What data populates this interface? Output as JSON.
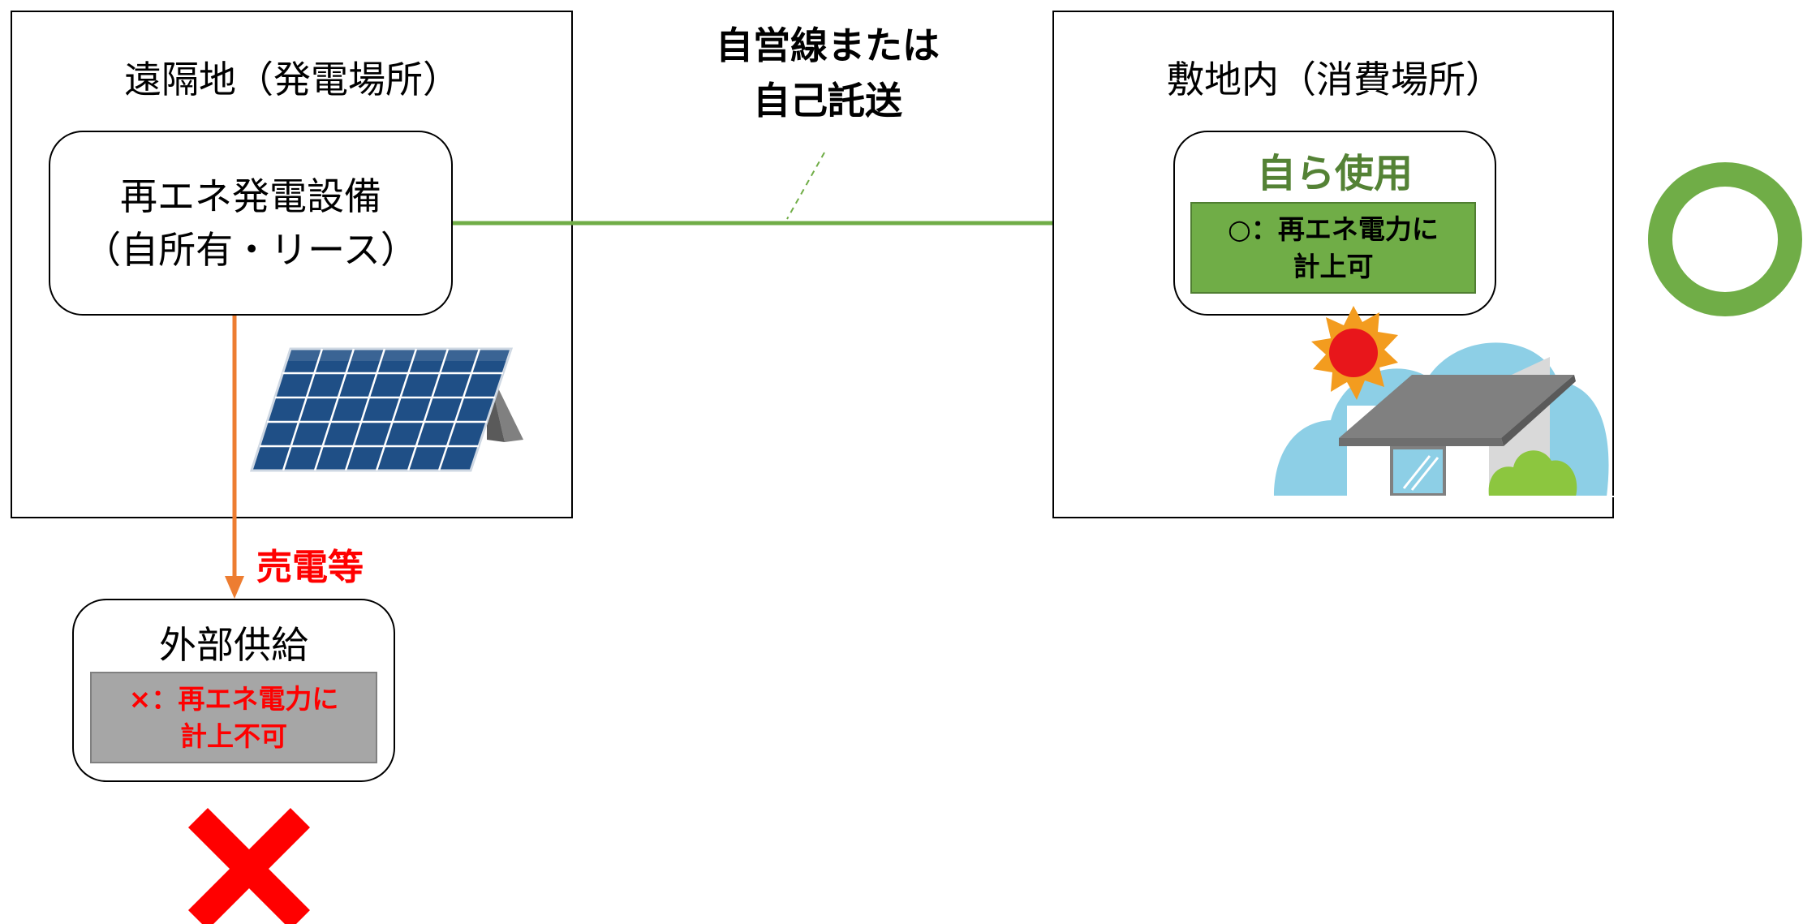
{
  "remote": {
    "title": "遠隔地（発電場所）",
    "equipment_line1": "再エネ発電設備",
    "equipment_line2": "（自所有・リース）"
  },
  "connection": {
    "line1": "自営線または",
    "line2": "自己託送"
  },
  "onsite": {
    "title": "敷地内（消費場所）",
    "usage_title": "自ら使用",
    "usage_note_line1": "○：再エネ電力に",
    "usage_note_line2": "計上可"
  },
  "external": {
    "sale_label": "売電等",
    "title": "外部供給",
    "note_line1": "×：再エネ電力に",
    "note_line2": "計上不可"
  },
  "colors": {
    "green": "#70ad47",
    "green_text": "#548235",
    "orange": "#ed7d31",
    "red": "#ff0000",
    "gray_box": "#a6a6a6"
  }
}
